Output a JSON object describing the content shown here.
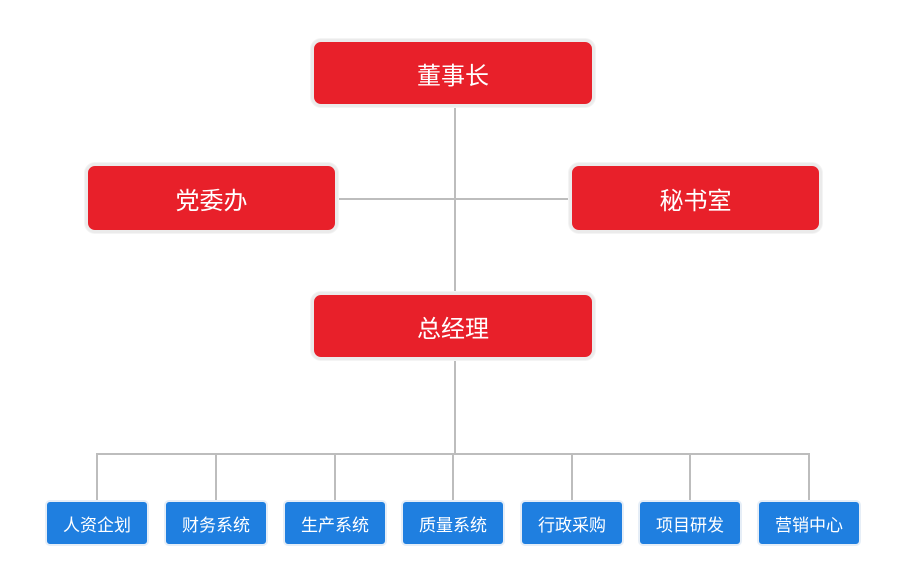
{
  "diagram": {
    "chairman": "董事长",
    "party_office": "党委办",
    "secretariat": "秘书室",
    "general_manager": "总经理",
    "departments": [
      "人资企划",
      "财务系统",
      "生产系统",
      "质量系统",
      "行政采购",
      "项目研发",
      "营销中心"
    ]
  },
  "colors": {
    "executive_box": "#e8202a",
    "department_box": "#1f7fe0",
    "connector": "#bdbdbd",
    "text": "#ffffff"
  }
}
